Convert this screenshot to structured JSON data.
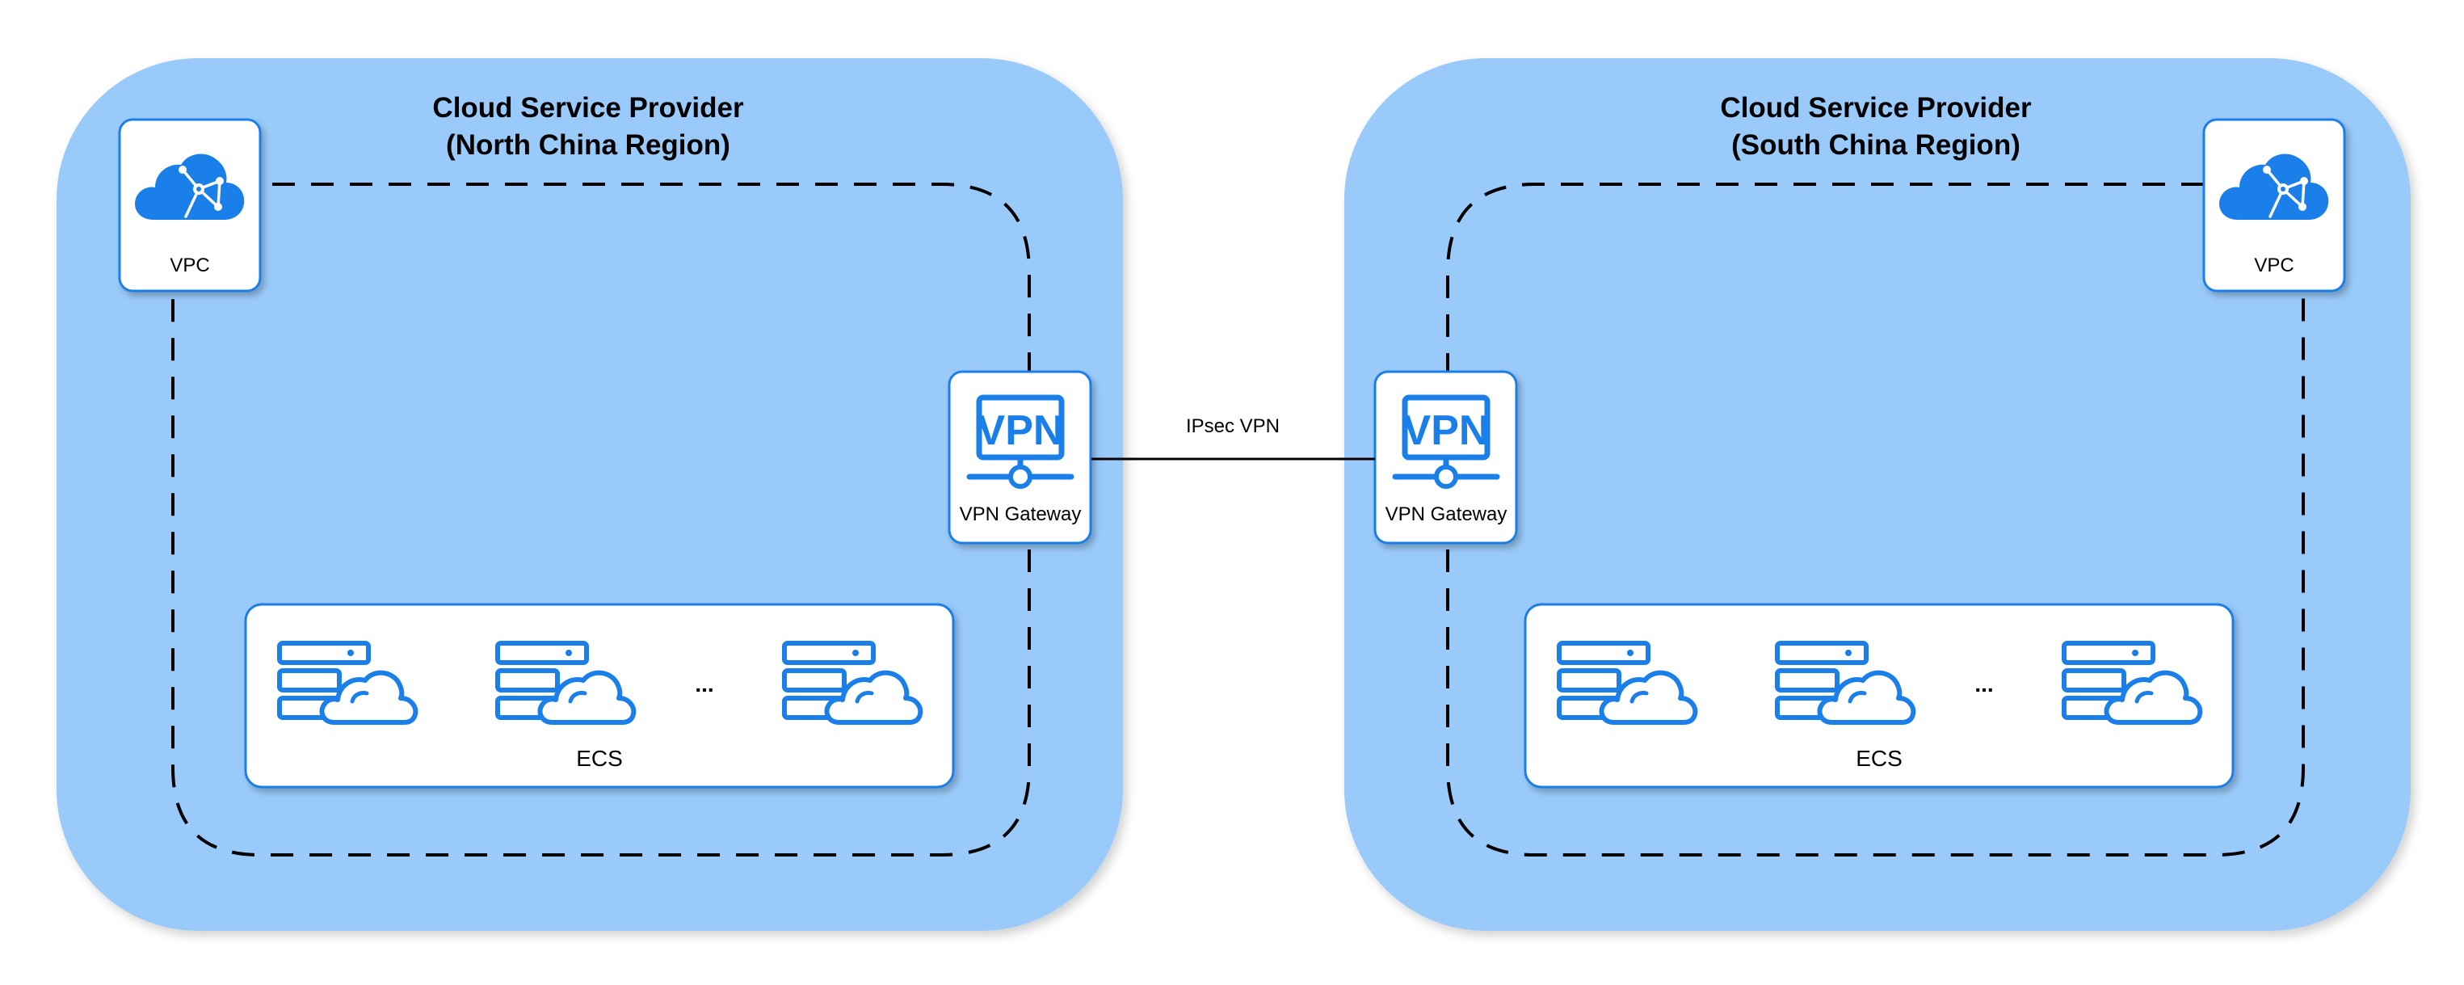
{
  "colors": {
    "region_fill": "#99caf9",
    "icon_blue": "#1a7fe8",
    "card_border": "#1a7fe8",
    "card_fill": "#ffffff",
    "dashed_line": "#000000",
    "link_line": "#000000"
  },
  "regions": [
    {
      "title_line1": "Cloud Service Provider",
      "title_line2": "(North China Region)",
      "vpc_label": "VPC",
      "gateway_label": "VPN Gateway",
      "gateway_icon_text": "VPN",
      "ecs_label": "ECS",
      "ecs_ellipsis": "...",
      "icons": [
        "vpc-cloud-icon",
        "vpn-gateway-icon",
        "ecs-server-cloud-icon"
      ]
    },
    {
      "title_line1": "Cloud Service Provider",
      "title_line2": "(South China Region)",
      "vpc_label": "VPC",
      "gateway_label": "VPN Gateway",
      "gateway_icon_text": "VPN",
      "ecs_label": "ECS",
      "ecs_ellipsis": "...",
      "icons": [
        "vpc-cloud-icon",
        "vpn-gateway-icon",
        "ecs-server-cloud-icon"
      ]
    }
  ],
  "connection": {
    "label": "IPsec VPN"
  }
}
